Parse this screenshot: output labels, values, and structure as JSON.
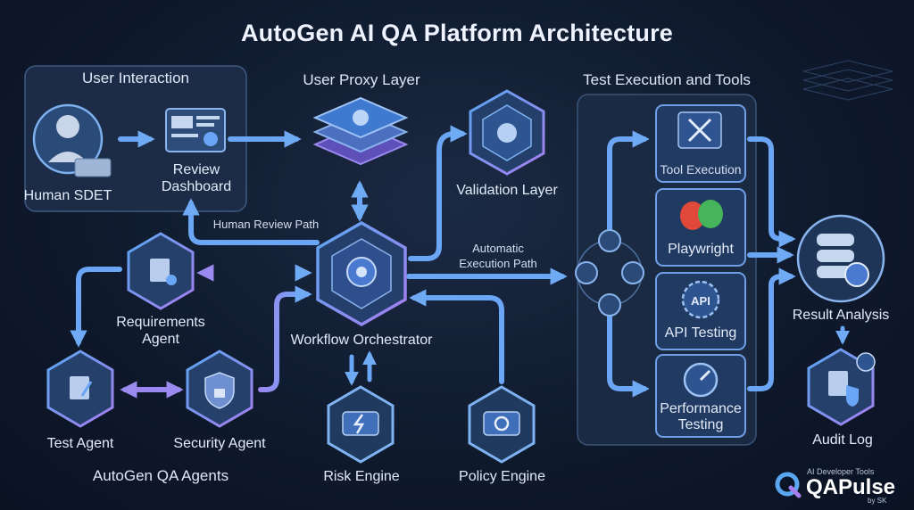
{
  "title": "AutoGen AI QA Platform Architecture",
  "groups": {
    "user_interaction": "User Interaction",
    "user_proxy": "User Proxy Layer",
    "test_execution": "Test Execution and Tools",
    "agents": "AutoGen QA Agents"
  },
  "nodes": {
    "human_sdet": "Human SDET",
    "review_dashboard_1": "Review",
    "review_dashboard_2": "Dashboard",
    "validation_layer": "Validation Layer",
    "workflow_orchestrator": "Workflow Orchestrator",
    "requirements_agent_1": "Requirements",
    "requirements_agent_2": "Agent",
    "test_agent": "Test Agent",
    "security_agent": "Security Agent",
    "risk_engine": "Risk Engine",
    "policy_engine": "Policy Engine",
    "tool_execution": "Tool Execution",
    "playwright": "Playwright",
    "api_testing": "API Testing",
    "api_badge": "API",
    "performance_testing_1": "Performance",
    "performance_testing_2": "Testing",
    "result_analysis": "Result Analysis",
    "audit_log": "Audit Log"
  },
  "edges": {
    "human_review_path": "Human Review Path",
    "automatic_execution_path_1": "Automatic",
    "automatic_execution_path_2": "Execution Path"
  },
  "brand": {
    "tagline": "AI Developer Tools",
    "name": "QAPulse",
    "byline": "by SK"
  },
  "colors": {
    "arrow": "#6aa6f5",
    "arrow_purple": "#9a88f0",
    "node_glow": "#7f8cf0",
    "panel": "#1e2f49"
  }
}
